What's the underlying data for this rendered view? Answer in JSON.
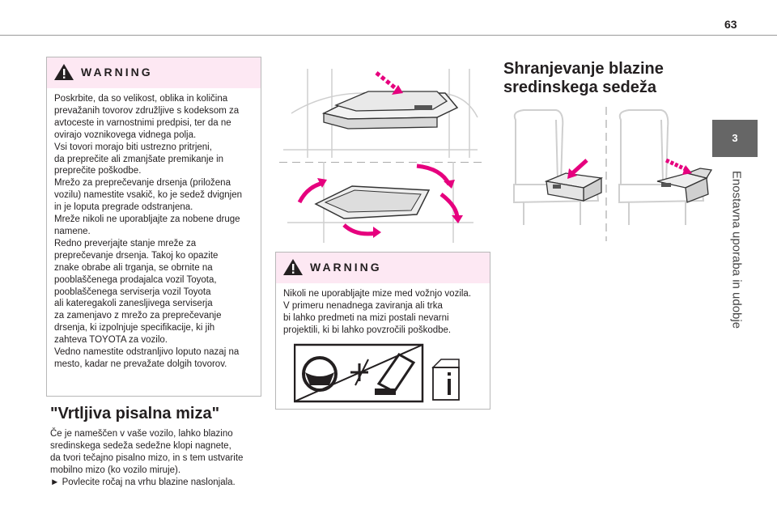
{
  "page_number": "63",
  "chapter": {
    "number": "3",
    "title": "Enostavna uporaba in udobje"
  },
  "warning_left": {
    "label": "WARNING",
    "lines": [
      "Poskrbite, da so velikost, oblika in količina",
      "prevažanih tovorov združljive s kodeksom za",
      "avtoceste in varnostnimi predpisi, ter da ne",
      "ovirajo voznikovega vidnega polja.",
      "Vsi tovori morajo biti ustrezno pritrjeni,",
      "da preprečite ali zmanjšate premikanje in",
      "preprečite poškodbe.",
      "Mrežo za preprečevanje drsenja (priložena",
      "vozilu) namestite vsakič, ko je sedež dvignjen",
      "in je loputa pregrade odstranjena.",
      "Mreže nikoli ne uporabljajte za nobene druge",
      "namene.",
      "Redno preverjajte stanje mreže za",
      "preprečevanje drsenja. Takoj ko opazite",
      "znake obrabe ali trganja, se obrnite na",
      "pooblaščenega prodajalca vozil Toyota,",
      "pooblaščenega serviserja vozil Toyota",
      "ali kateregakoli zanesljivega serviserja",
      "za zamenjavo z mrežo za preprečevanje",
      "drsenja, ki izpolnjuje specifikacije, ki jih",
      "zahteva TOYOTA za vozilo.",
      "Vedno namestite odstranljivo loputo nazaj na",
      "mesto, kadar ne prevažate dolgih tovorov."
    ]
  },
  "swivel_table": {
    "title": "\"Vrtljiva pisalna miza\"",
    "lines": [
      "Če je nameščen v vaše vozilo, lahko blazino",
      "sredinskega sedeža sedežne klopi nagnete,",
      "da tvori tečajno pisalno mizo, in s tem ustvarite",
      "mobilno mizo (ko vozilo miruje).",
      "►  Povlecite ročaj na vrhu blazine naslonjala."
    ]
  },
  "warning_middle": {
    "label": "WARNING",
    "lines": [
      "Nikoli ne uporabljajte mize med vožnjo vozila.",
      "V primeru nenadnega zaviranja ali trka",
      "bi lahko predmeti na mizi postali nevarni",
      "projektili, ki bi lahko povzročili poškodbe."
    ]
  },
  "storage": {
    "title_line1": "Shranjevanje blazine",
    "title_line2": "sredinskega sedeža"
  },
  "colors": {
    "accent": "#e6007e",
    "warning_bg": "#fde8f3",
    "tab": "#666666"
  }
}
